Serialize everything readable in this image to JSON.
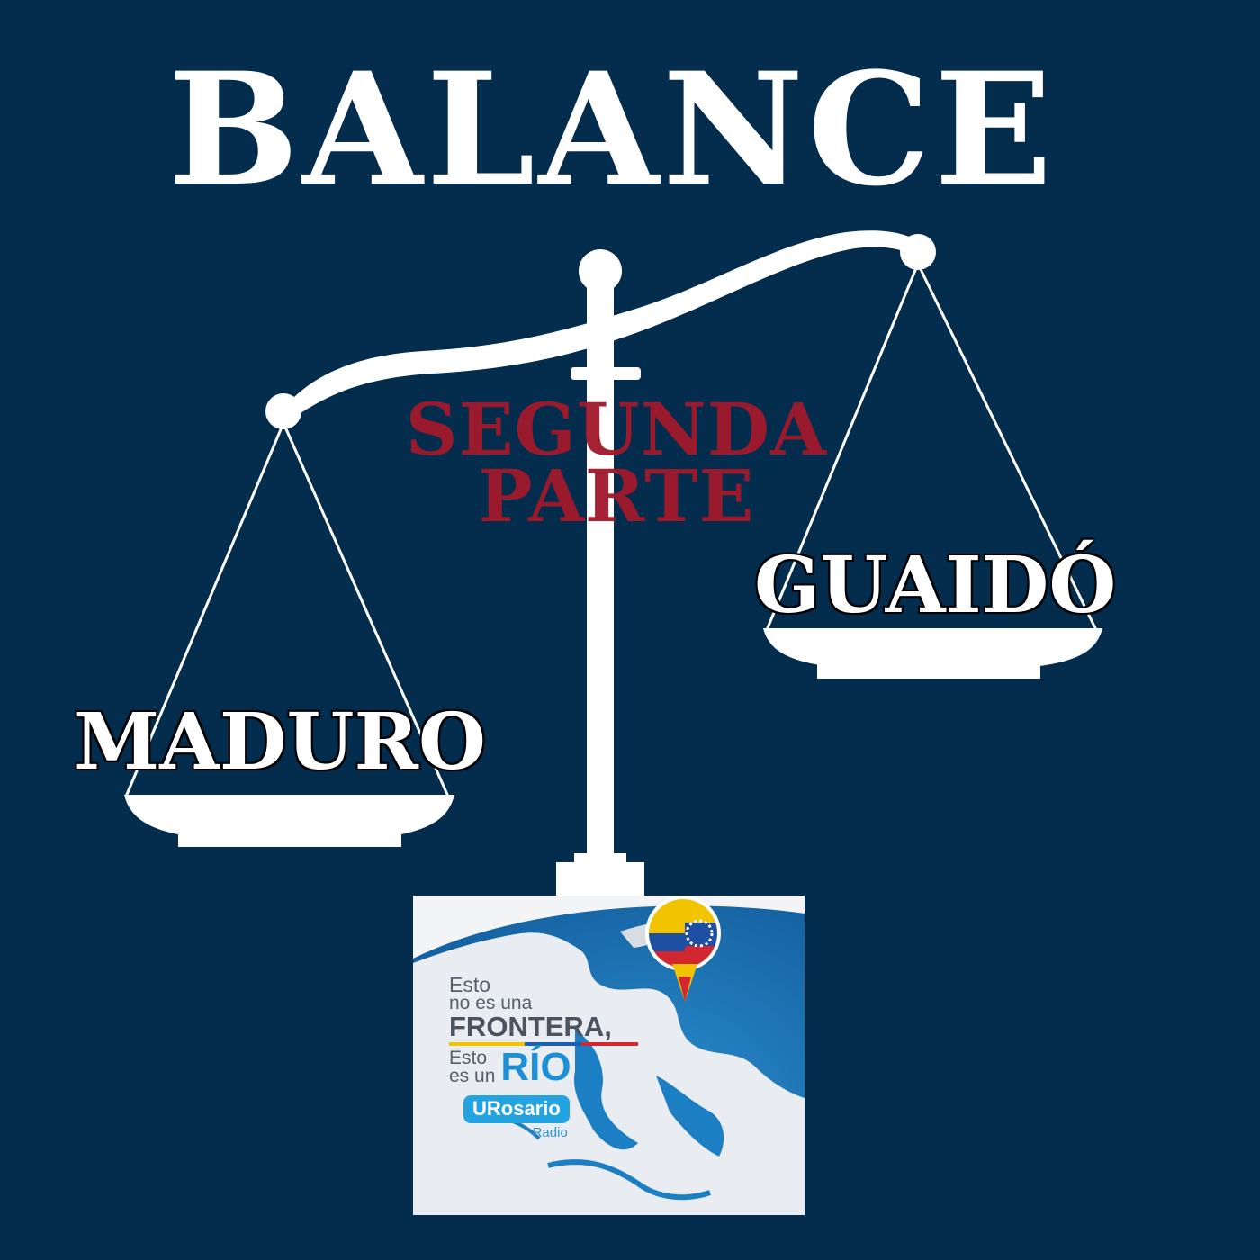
{
  "title": "BALANCE",
  "subtitle_line1": "SEGUNDA",
  "subtitle_line2": "PARTE",
  "left_pan_label": "MADURO",
  "right_pan_label": "GUAIDÓ",
  "podcast": {
    "line1": "Esto",
    "line2": "no es una",
    "line3": "FRONTERA,",
    "line4a": "Esto",
    "line4b": "es un",
    "line4c": "RÍO",
    "brand": "URosario",
    "brand_sub": "Radio"
  },
  "colors": {
    "background": "#042c4d",
    "title": "#ffffff",
    "subtitle": "#a2182c",
    "scale": "#ffffff",
    "ocean": "#1c7fc4",
    "land": "#e9edf1"
  },
  "icons": {
    "scale": "balance-scale-icon",
    "map_pin": "venezuela-colombia-pin-icon"
  }
}
